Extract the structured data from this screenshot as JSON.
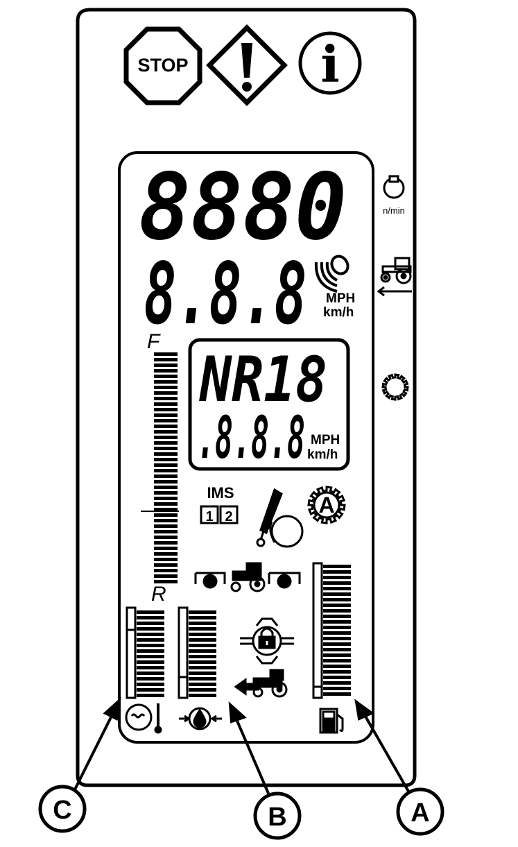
{
  "warning_icons": {
    "stop_text": "STOP",
    "info_text": "i"
  },
  "engine": {
    "rpm_digits": "8880",
    "rpm_unit": "n/min"
  },
  "ground_speed": {
    "digits": "8.8.8",
    "unit_mph": "MPH",
    "unit_kmh": "km/h"
  },
  "gear_display": {
    "gear_text": "NR18",
    "speed_digits": ".8.8.8",
    "unit_mph": "MPH",
    "unit_kmh": "km/h"
  },
  "direction_bar": {
    "forward_label": "F",
    "reverse_label": "R"
  },
  "ims": {
    "label": "IMS",
    "box1": "1",
    "box2": "2"
  },
  "auto_icon": {
    "letter": "A"
  },
  "callouts": {
    "a": "A",
    "b": "B",
    "c": "C"
  },
  "colors": {
    "line": "#000000",
    "background": "#ffffff"
  }
}
